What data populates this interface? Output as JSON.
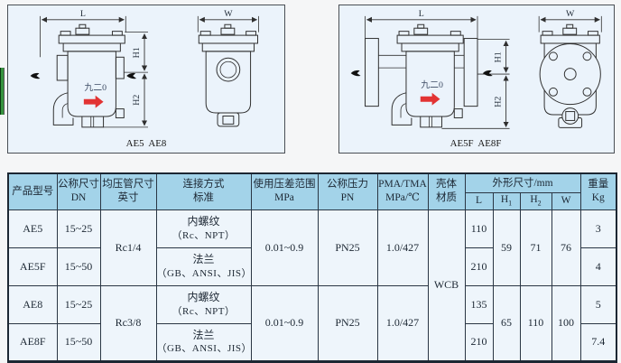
{
  "colors": {
    "accent_red": "#e23333",
    "table_header_bg": "#a3d3e9",
    "table_body_bg": "#eef5fb",
    "diagram_bg": "#ebf3fb",
    "green_tab": "#37933f"
  },
  "diagrams": {
    "left": {
      "caption": "AE5  AE8",
      "watermark": "九二0",
      "dims": {
        "l": "L",
        "w": "W",
        "h1": "H1",
        "h2": "H2"
      }
    },
    "right": {
      "caption": "AE5F  AE8F",
      "watermark": "九二0",
      "dims": {
        "l": "L",
        "w": "W",
        "h1": "H1",
        "h2": "H2"
      }
    }
  },
  "table": {
    "header": {
      "product": "产品型号",
      "dn": {
        "line1": "公称尺寸",
        "line2": "DN"
      },
      "pipe": {
        "line1": "均压管尺寸",
        "line2": "英寸"
      },
      "connection": {
        "line1": "连接方式",
        "line2": "标准"
      },
      "pressure_range": {
        "line1": "使用压差范围",
        "line2": "MPa"
      },
      "pn": {
        "line1": "公称压力",
        "line2": "PN"
      },
      "pma": {
        "line1": "PMA/TMA",
        "line2": "MPa/℃"
      },
      "shell": {
        "line1": "壳体",
        "line2": "材质"
      },
      "dims_group": "外形尺寸/mm",
      "dims": {
        "l": "L",
        "h1_base": "H",
        "h1_sub": "1",
        "h2_base": "H",
        "h2_sub": "2",
        "w": "W"
      },
      "weight": {
        "line1": "重量",
        "line2": "Kg"
      }
    },
    "connection_cells": {
      "threaded": {
        "line1": "内螺纹",
        "line2": "（Rc、NPT）"
      },
      "flanged": {
        "line1": "法兰",
        "line2": "（GB、ANSI、JIS）"
      }
    },
    "shell_value": "WCB",
    "groups": [
      {
        "pipe": "Rc1/4",
        "range": "0.01~0.9",
        "pn": "PN25",
        "pma": "1.0/427",
        "h1": "59",
        "h2": "71",
        "w": "76"
      },
      {
        "pipe": "Rc3/8",
        "range": "0.01~0.9",
        "pn": "PN25",
        "pma": "1.0/427",
        "h1": "65",
        "h2": "110",
        "w": "100"
      }
    ],
    "rows": [
      {
        "model": "AE5",
        "dn": "15~25",
        "l": "110",
        "weight": "3"
      },
      {
        "model": "AE5F",
        "dn": "15~50",
        "l": "210",
        "weight": "4"
      },
      {
        "model": "AE8",
        "dn": "15~25",
        "l": "135",
        "weight": "5"
      },
      {
        "model": "AE8F",
        "dn": "15~50",
        "l": "210",
        "weight": "7.4"
      }
    ]
  }
}
